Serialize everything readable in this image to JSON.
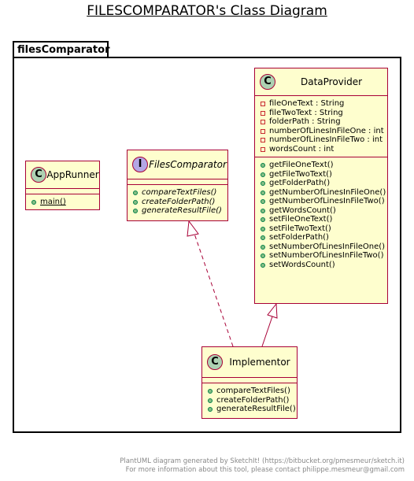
{
  "title": "FILESCOMPARATOR's Class Diagram",
  "package": {
    "name": "filesComparator"
  },
  "colors": {
    "class_fill": "#FEFECE",
    "class_border": "#A80036",
    "class_badge": "#ADD1B2",
    "interface_badge": "#B4A7E5",
    "public_marker": "#84BE84",
    "private_marker": "#C82930"
  },
  "classes": {
    "appRunner": {
      "stereotype": "C",
      "name": "AppRunner",
      "fields": [],
      "methods": [
        {
          "visibility": "public",
          "text": "main()",
          "static": true
        }
      ]
    },
    "filesComparator": {
      "stereotype": "I",
      "name": "FilesComparator",
      "fields": [],
      "methods": [
        {
          "visibility": "public",
          "text": "compareTextFiles()",
          "abstract": true
        },
        {
          "visibility": "public",
          "text": "createFolderPath()",
          "abstract": true
        },
        {
          "visibility": "public",
          "text": "generateResultFile()",
          "abstract": true
        }
      ]
    },
    "dataProvider": {
      "stereotype": "C",
      "name": "DataProvider",
      "fields": [
        {
          "visibility": "private",
          "text": "fileOneText : String"
        },
        {
          "visibility": "private",
          "text": "fileTwoText : String"
        },
        {
          "visibility": "private",
          "text": "folderPath : String"
        },
        {
          "visibility": "private",
          "text": "numberOfLinesInFileOne : int"
        },
        {
          "visibility": "private",
          "text": "numberOfLinesInFileTwo : int"
        },
        {
          "visibility": "private",
          "text": "wordsCount : int"
        }
      ],
      "methods": [
        {
          "visibility": "public",
          "text": "getFileOneText()"
        },
        {
          "visibility": "public",
          "text": "getFileTwoText()"
        },
        {
          "visibility": "public",
          "text": "getFolderPath()"
        },
        {
          "visibility": "public",
          "text": "getNumberOfLinesInFileOne()"
        },
        {
          "visibility": "public",
          "text": "getNumberOfLinesInFileTwo()"
        },
        {
          "visibility": "public",
          "text": "getWordsCount()"
        },
        {
          "visibility": "public",
          "text": "setFileOneText()"
        },
        {
          "visibility": "public",
          "text": "setFileTwoText()"
        },
        {
          "visibility": "public",
          "text": "setFolderPath()"
        },
        {
          "visibility": "public",
          "text": "setNumberOfLinesInFileOne()"
        },
        {
          "visibility": "public",
          "text": "setNumberOfLinesInFileTwo()"
        },
        {
          "visibility": "public",
          "text": "setWordsCount()"
        }
      ]
    },
    "implementor": {
      "stereotype": "C",
      "name": "Implementor",
      "fields": [],
      "methods": [
        {
          "visibility": "public",
          "text": "compareTextFiles()"
        },
        {
          "visibility": "public",
          "text": "createFolderPath()"
        },
        {
          "visibility": "public",
          "text": "generateResultFile()"
        }
      ]
    }
  },
  "relations": [
    {
      "from": "implementor",
      "to": "filesComparator",
      "type": "realization"
    },
    {
      "from": "implementor",
      "to": "dataProvider",
      "type": "generalization"
    }
  ],
  "footer": {
    "line1": "PlantUML diagram generated by SketchIt! (https://bitbucket.org/pmesmeur/sketch.it)",
    "line2": "For more information about this tool, please contact philippe.mesmeur@gmail.com"
  }
}
